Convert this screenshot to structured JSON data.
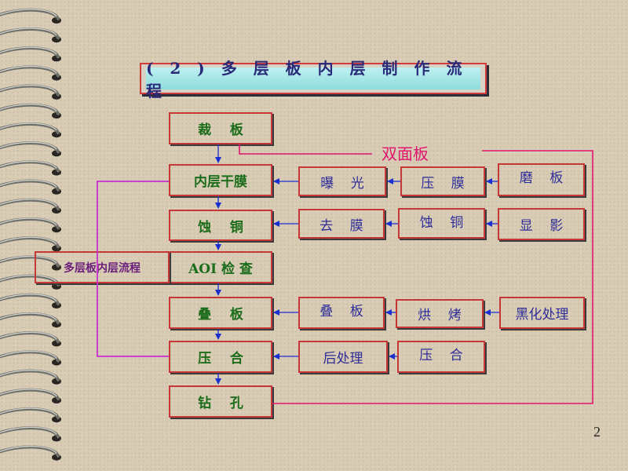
{
  "title": "( 2 ) 多 层 板 内 层 制 作 流 程",
  "left_column": [
    {
      "id": "cut",
      "label": "裁    板"
    },
    {
      "id": "dryfilm",
      "label": "内层干膜"
    },
    {
      "id": "etch",
      "label": "蚀    铜"
    },
    {
      "id": "aoi",
      "label": "AOI 检 查"
    },
    {
      "id": "stack",
      "label": "叠    板"
    },
    {
      "id": "press",
      "label": "压    合"
    },
    {
      "id": "drill",
      "label": "钻    孔"
    }
  ],
  "right_boxes": {
    "exposure": "曝    光",
    "laminate": "压    膜",
    "grind": "磨    板",
    "strip": "去    膜",
    "etch2": "蚀    铜",
    "develop": "显    影",
    "stack2": "叠    板",
    "bake": "烘    烤",
    "blackoxide": "黑化处理",
    "posttreat": "后处理",
    "press2": "压    合"
  },
  "side_label": "多层板内层流程",
  "double_sided_label": "双面板",
  "page_number": "2",
  "colors": {
    "box_border": "#c63838",
    "arrow": "#1a2fd0",
    "magenta_line": "#e0156e",
    "purple_bracket": "#c62fd0"
  }
}
